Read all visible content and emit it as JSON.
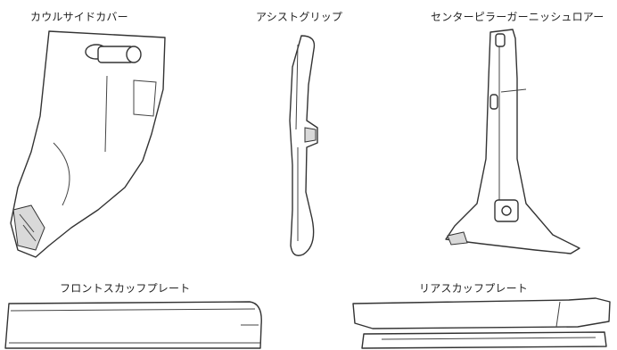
{
  "parts": [
    {
      "label": "カウルサイドカバー"
    },
    {
      "label": "アシストグリップ"
    },
    {
      "label": "センターピラーガーニッシュロアー"
    },
    {
      "label": "フロントスカッフプレート"
    },
    {
      "label": "リアスカッフプレート"
    }
  ]
}
